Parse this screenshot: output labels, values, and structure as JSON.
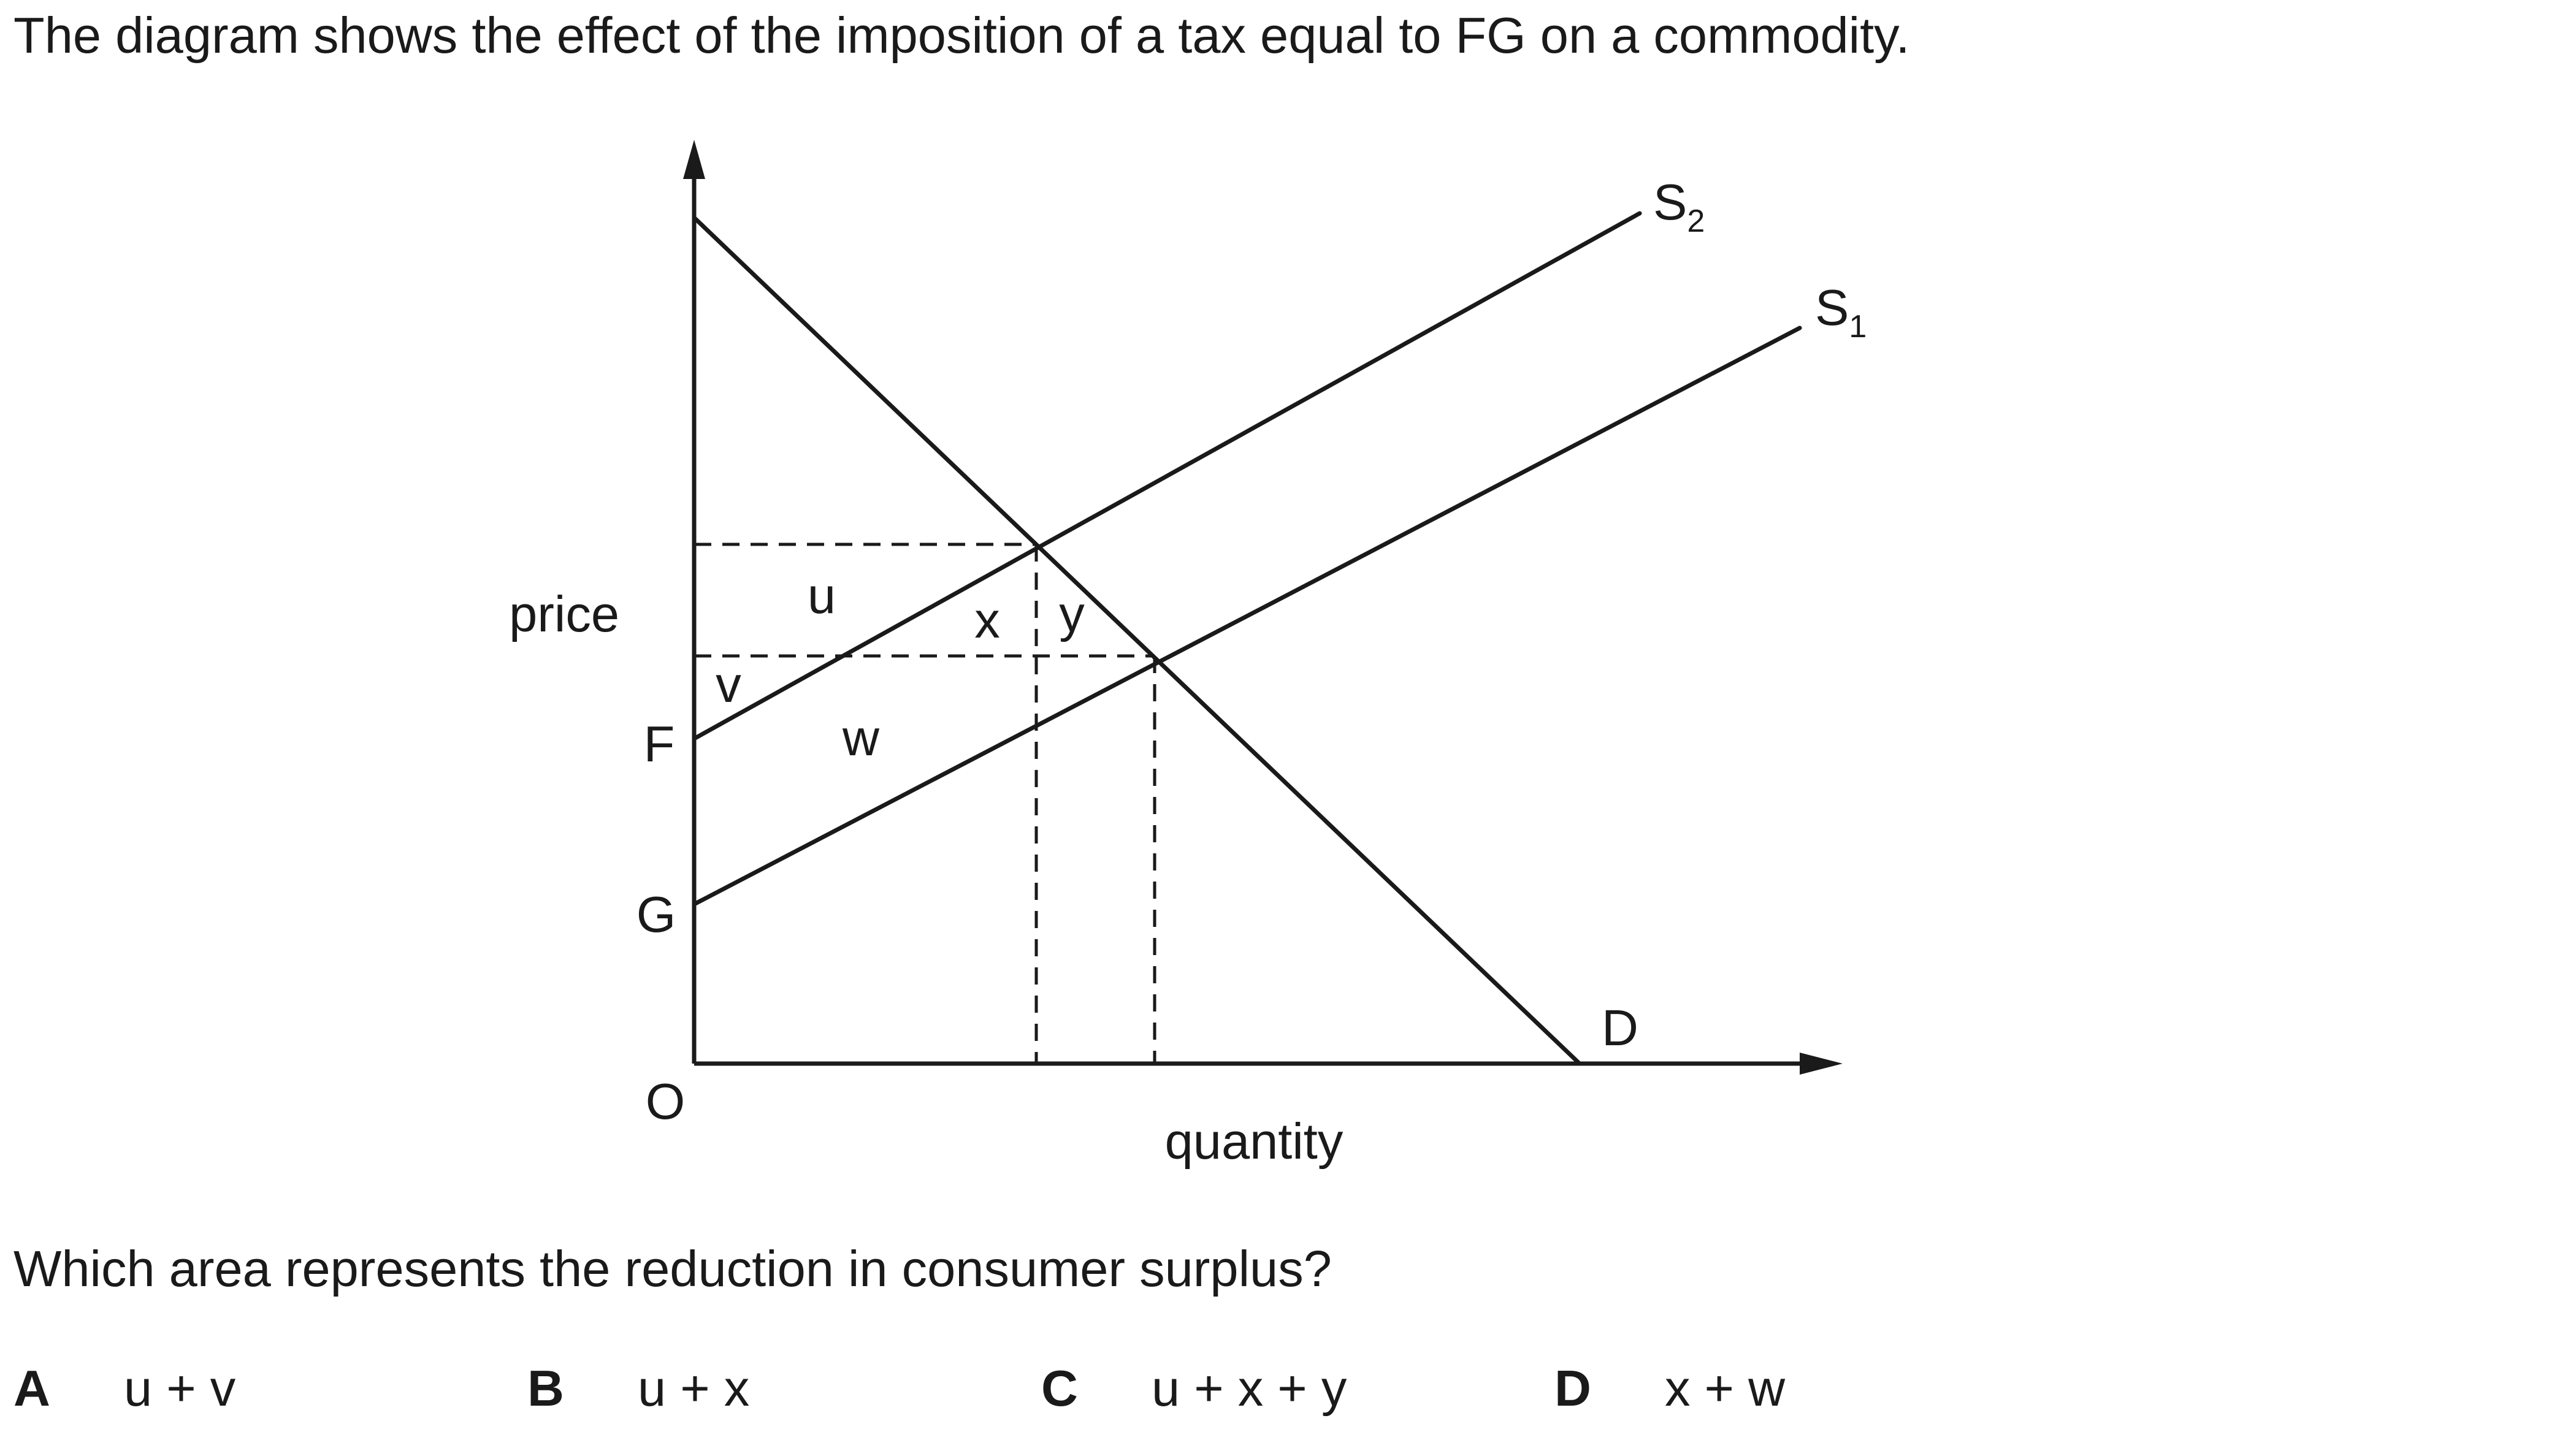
{
  "question": {
    "stem": "The diagram shows the effect of the imposition of a tax equal to FG on a commodity.",
    "prompt": "Which area represents the reduction in consumer surplus?"
  },
  "diagram": {
    "axis_labels": {
      "price": "price",
      "quantity": "quantity",
      "origin": "O"
    },
    "point_labels": {
      "F": "F",
      "G": "G"
    },
    "curve_labels": {
      "demand": "D",
      "supply_1": "S",
      "supply_1_subscript": "1",
      "supply_2": "S",
      "supply_2_subscript": "2"
    },
    "area_labels": {
      "u": "u",
      "v": "v",
      "w": "w",
      "x": "x",
      "y": "y"
    }
  },
  "options": [
    {
      "letter": "A",
      "text": "u + v"
    },
    {
      "letter": "B",
      "text": "u + x"
    },
    {
      "letter": "C",
      "text": "u + x + y"
    },
    {
      "letter": "D",
      "text": "x + w"
    }
  ]
}
